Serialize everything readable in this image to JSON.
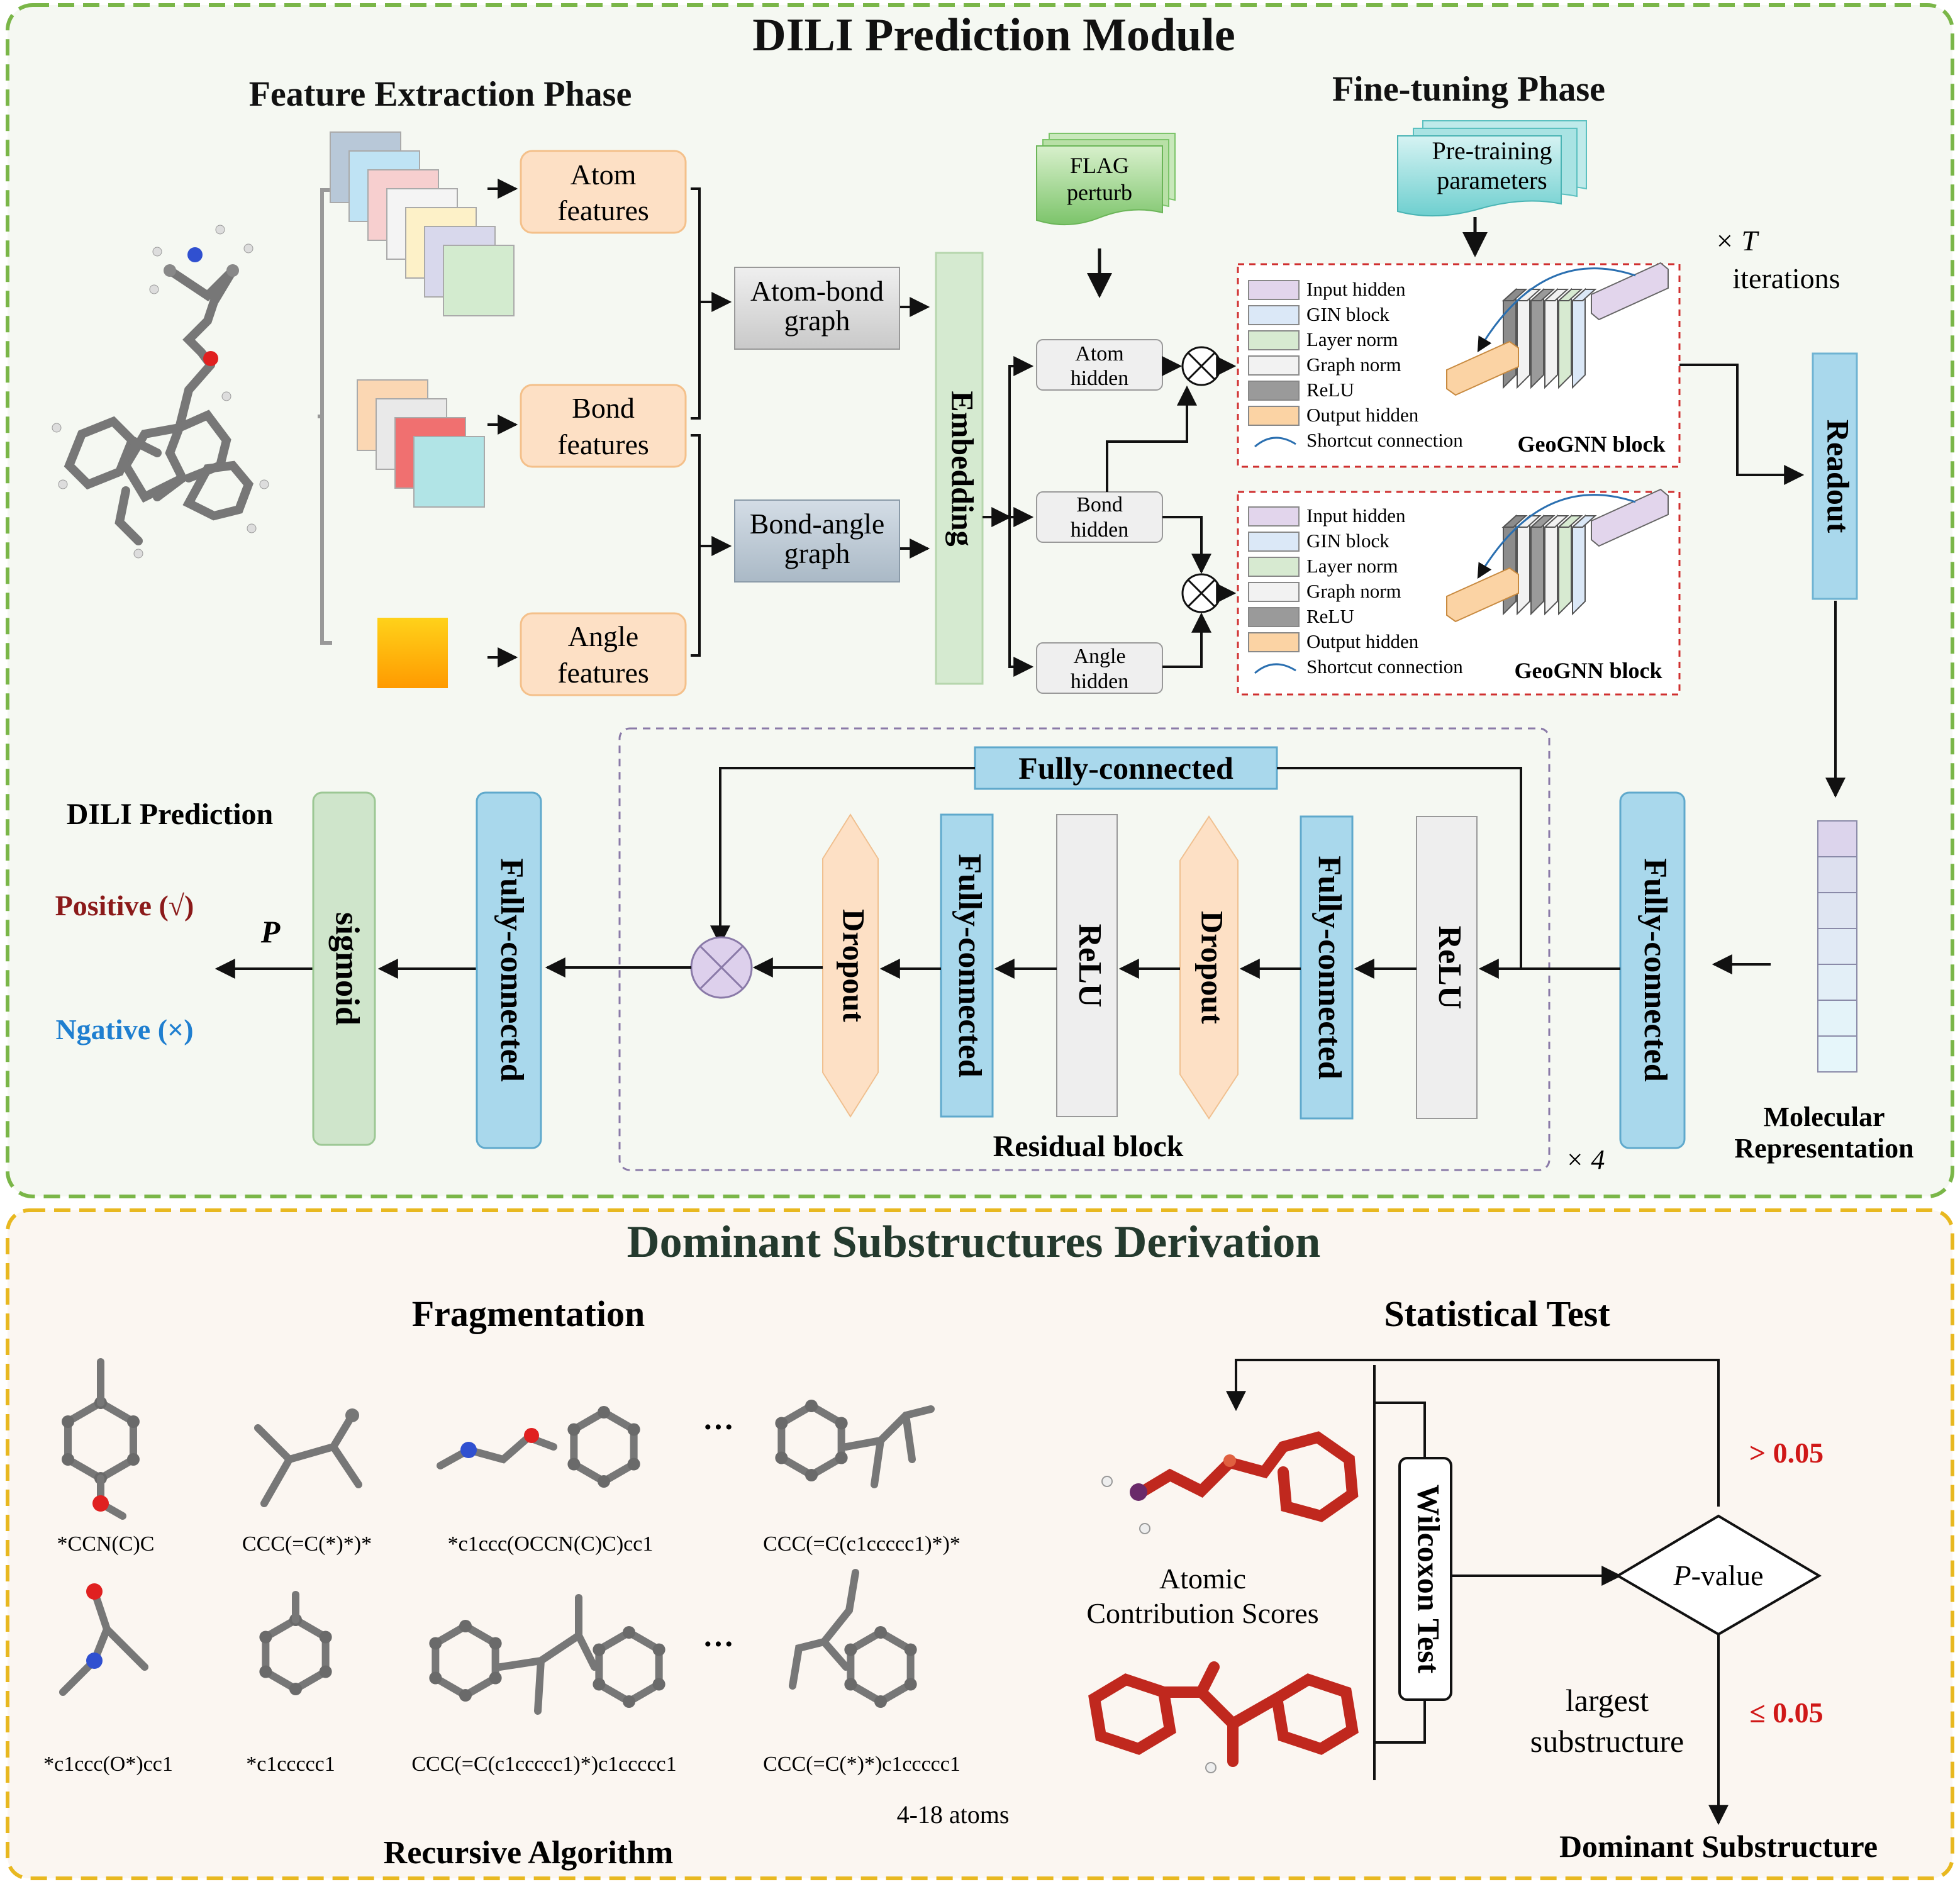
{
  "top_module": {
    "title": "DILI Prediction Module",
    "feature_phase_title": "Feature Extraction Phase",
    "finetune_phase_title": "Fine-tuning Phase",
    "atom_features": [
      "Atom",
      "features"
    ],
    "bond_features": [
      "Bond",
      "features"
    ],
    "angle_features": [
      "Angle",
      "features"
    ],
    "atom_bond_graph": [
      "Atom-bond",
      "graph"
    ],
    "bond_angle_graph": [
      "Bond-angle",
      "graph"
    ],
    "embedding": "Embedding",
    "flag_perturb": [
      "FLAG",
      "perturb"
    ],
    "pretraining_params": [
      "Pre-training",
      "parameters"
    ],
    "atom_hidden": [
      "Atom",
      "hidden"
    ],
    "bond_hidden": [
      "Bond",
      "hidden"
    ],
    "angle_hidden": [
      "Angle",
      "hidden"
    ],
    "iterations_mult": "× T",
    "iterations_label": "iterations",
    "readout": "Readout",
    "geognn_legend": [
      "Input hidden",
      "GIN block",
      "Layer norm",
      "Graph norm",
      "ReLU",
      "Output hidden",
      "Shortcut connection"
    ],
    "geognn_title": "GeoGNN block",
    "legend_colors": [
      "#e2d5ec",
      "#dbe8f7",
      "#d7ead1",
      "#f2f2f2",
      "#9a9a9a",
      "#fbd3a4",
      "#ffffff"
    ],
    "molecular_representation": [
      "Molecular",
      "Representation"
    ],
    "fully_connected": "Fully-connected",
    "relu": "ReLU",
    "dropout": "Dropout",
    "sigmoid": "sigmoid",
    "residual_block": "Residual block",
    "repeat_mult": "× 4",
    "dili_prediction": "DILI Prediction",
    "positive": "Positive (√)",
    "negative": "Ngative (×)",
    "p_label": "P"
  },
  "bottom_module": {
    "title": "Dominant Substructures Derivation",
    "fragmentation_title": "Fragmentation",
    "statistical_title": "Statistical Test",
    "smiles_row1": [
      "*CCN(C)C",
      "CCC(=C(*)*)*",
      "*c1ccc(OCCN(C)C)cc1",
      "CCC(=C(c1ccccc1)*)*"
    ],
    "smiles_row2": [
      "*c1ccc(O*)cc1",
      "*c1ccccc1",
      "CCC(=C(c1ccccc1)*)c1ccccc1",
      "CCC(=C(*)*)c1ccccc1"
    ],
    "ellipsis": "···",
    "atoms_range": "4-18 atoms",
    "recursive_algorithm": "Recursive Algorithm",
    "atomic_contribution": [
      "Atomic",
      "Contribution Scores"
    ],
    "wilcoxon": "Wilcoxon Test",
    "pvalue_prefix": "P",
    "pvalue_suffix": "-value",
    "gt_threshold": "> 0.05",
    "le_threshold": "≤ 0.05",
    "largest_substructure": [
      "largest",
      "substructure"
    ],
    "dominant_substructure": "Dominant Substructure"
  },
  "colors": {
    "top_border": "#7ab648",
    "bottom_border": "#e8b820",
    "top_bg": "#f5f8f2",
    "bottom_bg": "#fbf6f1",
    "fc_blue": "#a9d8ec",
    "dropout_orange": "#fde0c5",
    "relu_gray": "#eeeeee",
    "sigmoid_green": "#cfe5cb",
    "positive_red": "#8b1a1a",
    "negative_blue": "#1f7fd0",
    "threshold_red": "#d01818"
  }
}
